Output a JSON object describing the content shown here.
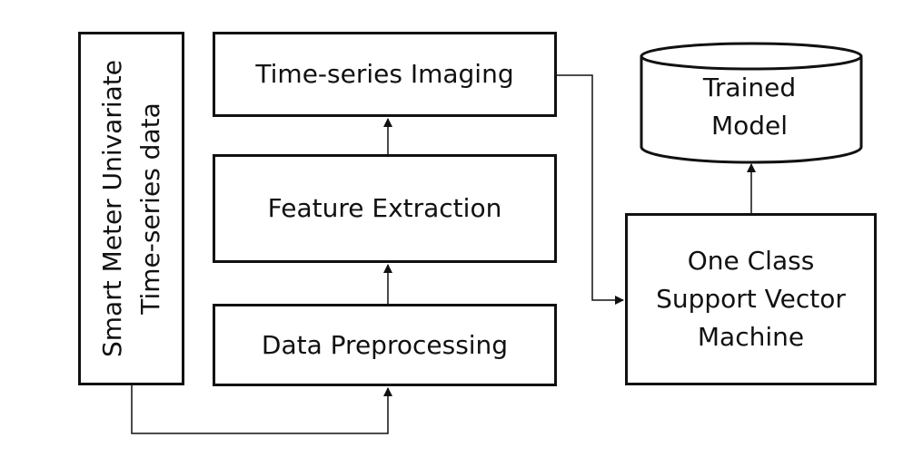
{
  "diagram": {
    "data_source": "Smart Meter Univariate\nTime-series data",
    "preprocessing": "Data Preprocessing",
    "feature_extraction": "Feature Extraction",
    "imaging": "Time-series Imaging",
    "classifier": "One Class\nSupport Vector\nMachine",
    "trained_model": "Trained\nModel"
  },
  "colors": {
    "stroke": "#111111",
    "background": "#ffffff"
  }
}
